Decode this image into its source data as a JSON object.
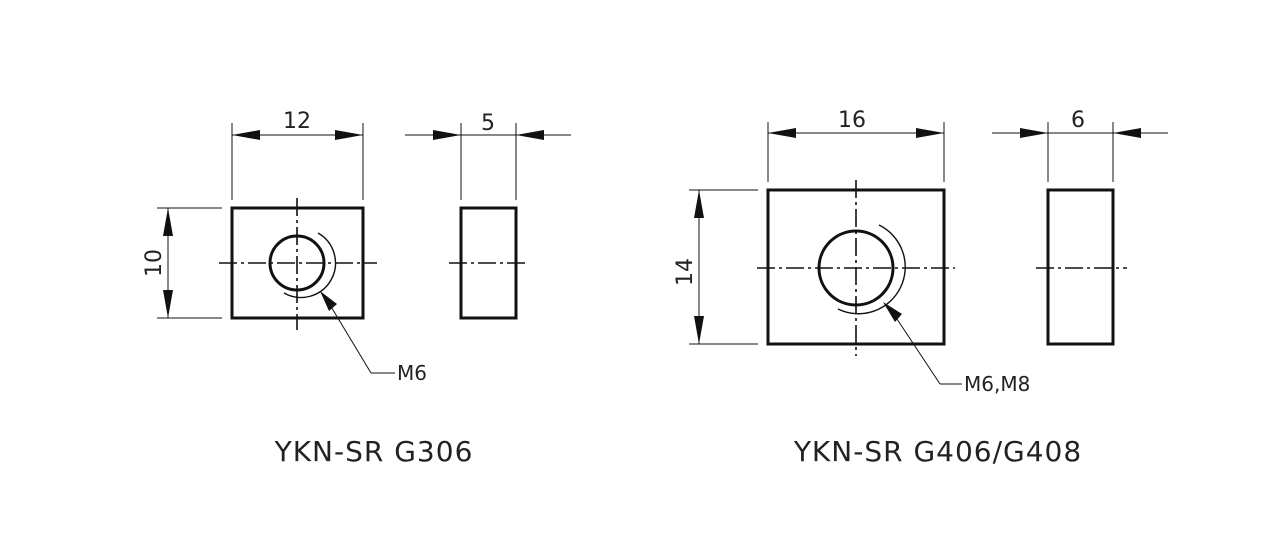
{
  "parts": [
    {
      "model": "YKN-SR G306",
      "width": "12",
      "thickness": "5",
      "height": "10",
      "thread": "M6"
    },
    {
      "model": "YKN-SR G406/G408",
      "width": "16",
      "thickness": "6",
      "height": "14",
      "thread": "M6,M8"
    }
  ]
}
